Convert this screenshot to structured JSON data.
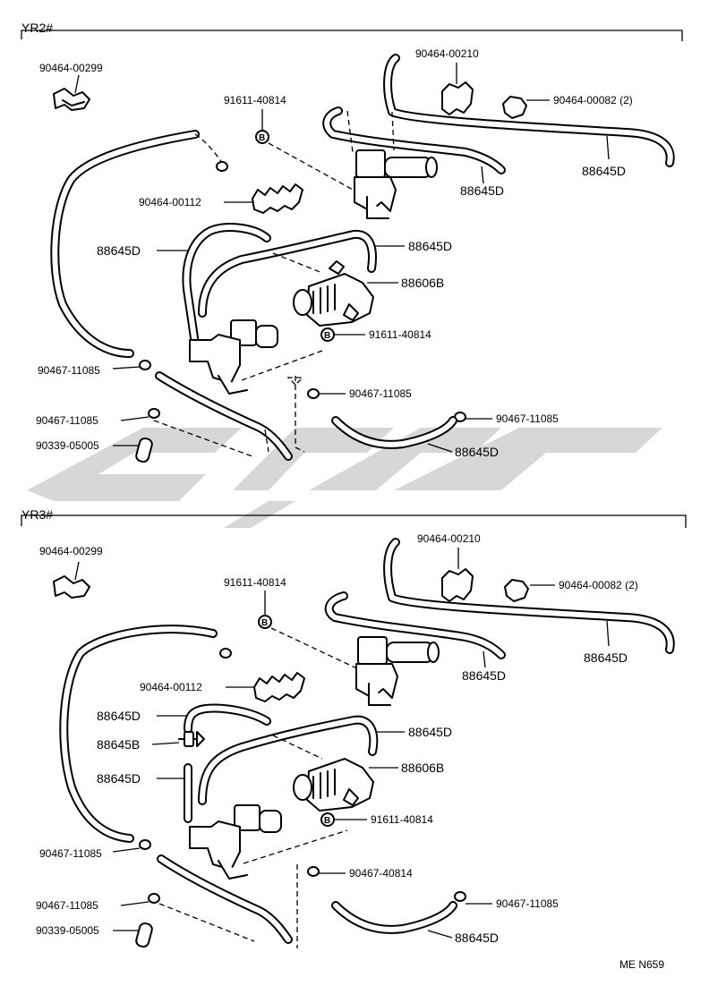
{
  "sections": [
    {
      "title": "YR2#",
      "labels": {
        "l_00299": "90464-00299",
        "l_40814a": "91611-40814",
        "l_00210": "90464-00210",
        "l_00082": "90464-00082 (2)",
        "l_88645D_right": "88645D",
        "l_88645D_mid": "88645D",
        "l_00112": "90464-00112",
        "l_88645D_left": "88645D",
        "l_88645D_upper": "88645D",
        "l_88606B": "88606B",
        "l_40814b": "91611-40814",
        "l_11085_left": "90467-11085",
        "l_11085_center": "90467-11085",
        "l_11085_right": "90467-11085",
        "l_11085_lower": "90467-11085",
        "l_05005": "90339-05005",
        "l_88645D_bottom": "88645D"
      },
      "ref_mark": "B"
    },
    {
      "title": "YR3#",
      "labels": {
        "l_00299": "90464-00299",
        "l_40814a": "91611-40814",
        "l_00210": "90464-00210",
        "l_00082": "90464-00082 (2)",
        "l_88645D_right": "88645D",
        "l_88645D_mid": "88645D",
        "l_00112": "90464-00112",
        "l_88645D_left": "88645D",
        "l_88645B": "88645B",
        "l_88645D_left2": "88645D",
        "l_88645D_upper": "88645D",
        "l_88606B": "88606B",
        "l_40814b": "91611-40814",
        "l_11085_left": "90467-11085",
        "l_40814c": "90467-40814",
        "l_11085_right": "90467-11085",
        "l_11085_lower": "90467-11085",
        "l_05005": "90339-05005",
        "l_88645D_bottom": "88645D"
      },
      "ref_mark": "B"
    }
  ],
  "footer_code": "ME  N659",
  "colors": {
    "line": "#000000",
    "background": "#ffffff",
    "watermark": "#c9c9c9"
  }
}
